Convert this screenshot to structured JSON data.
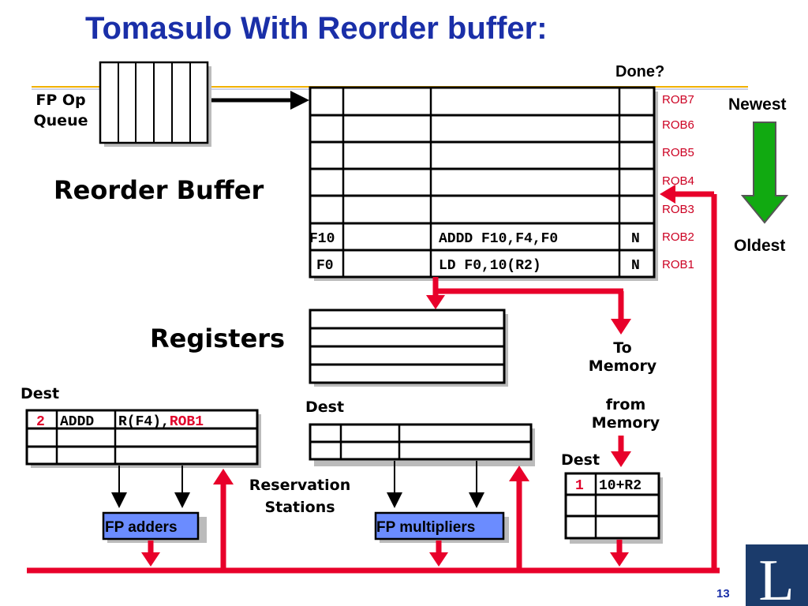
{
  "slide": {
    "title": "Tomasulo With Reorder buffer:",
    "page_number": "13"
  },
  "queue": {
    "label_line1": "FP Op",
    "label_line2": "Queue"
  },
  "rob": {
    "section_label": "Reorder Buffer",
    "done_header": "Done?",
    "entries": [
      {
        "id": "ROB7",
        "dest": "",
        "instruction": "",
        "done": ""
      },
      {
        "id": "ROB6",
        "dest": "",
        "instruction": "",
        "done": ""
      },
      {
        "id": "ROB5",
        "dest": "",
        "instruction": "",
        "done": ""
      },
      {
        "id": "ROB4",
        "dest": "",
        "instruction": "",
        "done": ""
      },
      {
        "id": "ROB3",
        "dest": "",
        "instruction": "",
        "done": ""
      },
      {
        "id": "ROB2",
        "dest": "F10",
        "instruction": "ADDD F10,F4,F0",
        "done": "N"
      },
      {
        "id": "ROB1",
        "dest": "F0",
        "instruction": "LD F0,10(R2)",
        "done": "N"
      }
    ]
  },
  "order": {
    "newest": "Newest",
    "oldest": "Oldest"
  },
  "registers": {
    "label": "Registers"
  },
  "memory": {
    "to_line1": "To",
    "to_line2": "Memory",
    "from_line1": "from",
    "from_line2": "Memory"
  },
  "adders_rs": {
    "dest_label": "Dest",
    "rows": [
      {
        "dest": "2",
        "op": "ADDD",
        "operands_prefix": "R(F4),",
        "operands_tag": "ROB1"
      },
      {
        "dest": "",
        "op": "",
        "operands_prefix": "",
        "operands_tag": ""
      }
    ]
  },
  "mult_rs": {
    "dest_label": "Dest",
    "rows": [
      {
        "dest": "",
        "op": "",
        "operands": ""
      },
      {
        "dest": "",
        "op": "",
        "operands": ""
      }
    ]
  },
  "rs_label": {
    "line1": "Reservation",
    "line2": "Stations"
  },
  "units": {
    "adders": "FP adders",
    "multipliers": "FP multipliers"
  },
  "load_buffer": {
    "dest_label": "Dest",
    "rows": [
      {
        "dest": "1",
        "addr": "10+R2"
      },
      {
        "dest": "",
        "addr": ""
      },
      {
        "dest": "",
        "addr": ""
      }
    ]
  },
  "logo": {
    "letter": "L"
  },
  "colors": {
    "title": "#1a2fa8",
    "bus": "#e8002a",
    "arrow_green": "#11aa11",
    "unit_fill": "#6b8cff",
    "rob_label": "#cc0022"
  }
}
